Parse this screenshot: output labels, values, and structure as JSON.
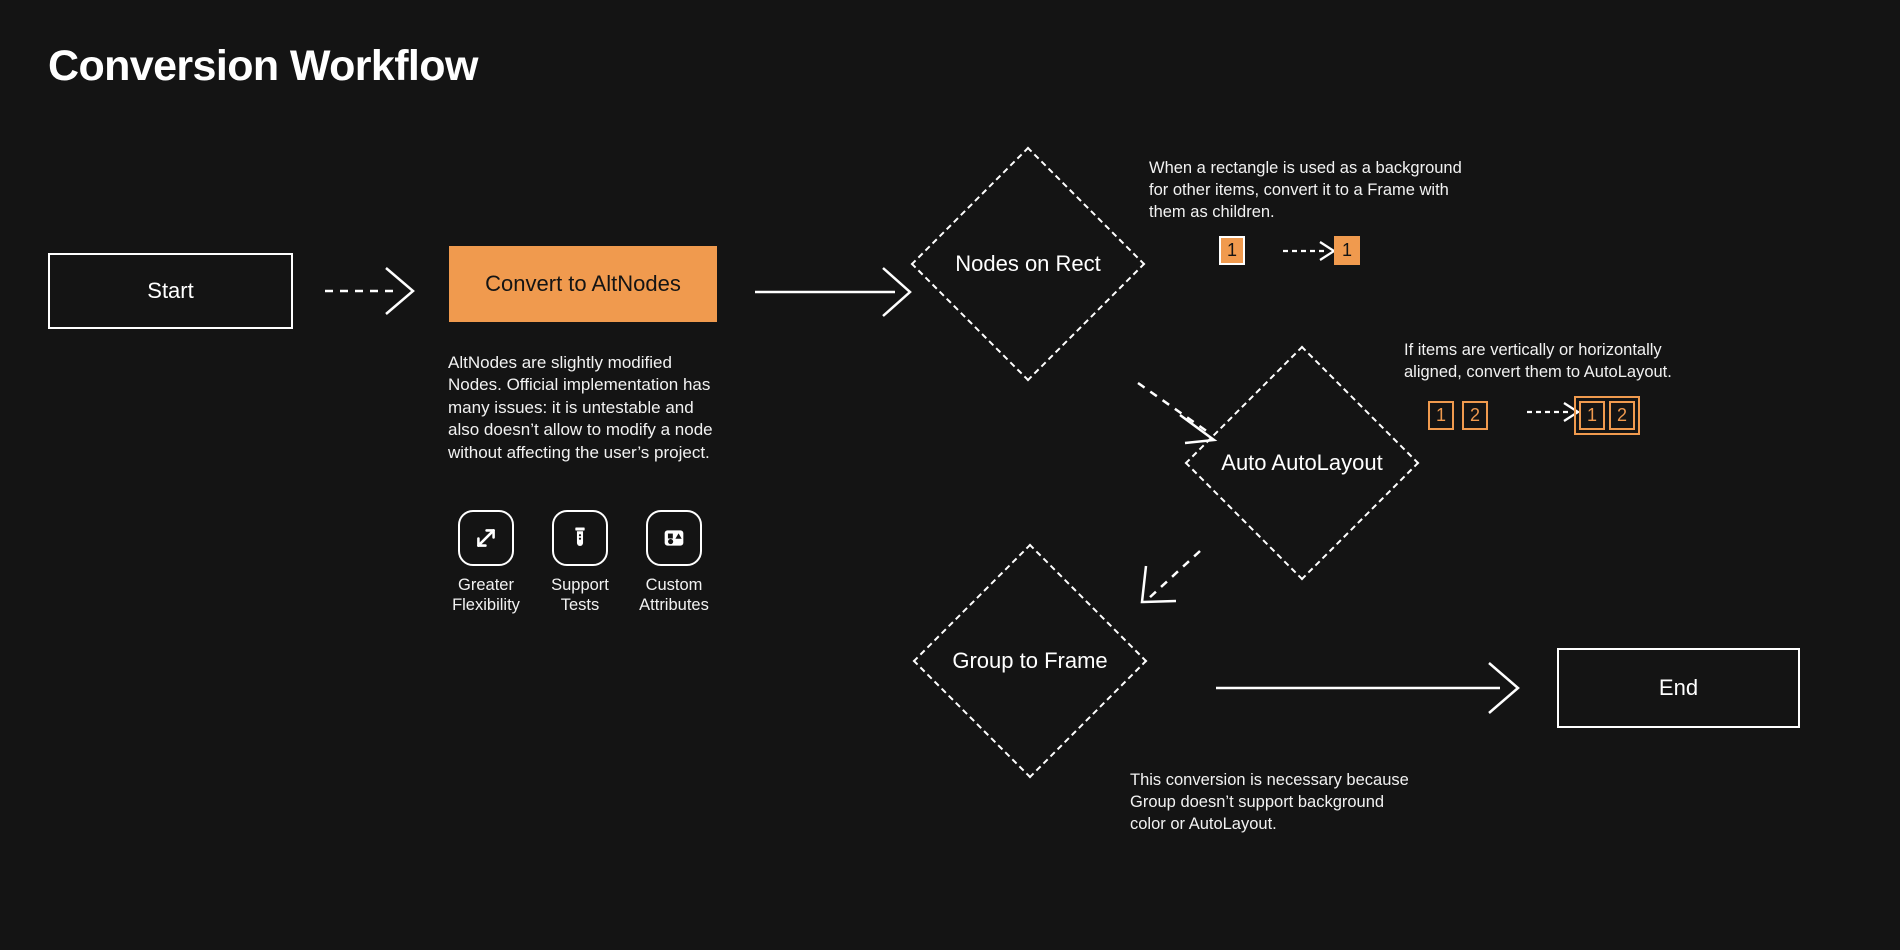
{
  "page": {
    "title": "Conversion Workflow",
    "background_color": "#141414",
    "accent_color": "#f09a4e",
    "line_color": "#ffffff"
  },
  "nodes": {
    "start": {
      "label": "Start",
      "type": "terminal"
    },
    "convert": {
      "label": "Convert to AltNodes",
      "type": "process",
      "fill_color": "#f09a4e",
      "description": "AltNodes are slightly modified Nodes. Official implementation has many issues: it is untestable and also doesn’t allow to modify a node without affecting the user’s project."
    },
    "nodes_on_rect": {
      "label": "Nodes on Rect",
      "type": "decision"
    },
    "auto_autolayout": {
      "label": "Auto AutoLayout",
      "type": "decision"
    },
    "group_to_frame": {
      "label": "Group to Frame",
      "type": "decision"
    },
    "end": {
      "label": "End",
      "type": "terminal"
    }
  },
  "features": [
    {
      "icon": "expand-arrows-icon",
      "label": "Greater\nFlexibility"
    },
    {
      "icon": "test-tube-icon",
      "label": "Support\nTests"
    },
    {
      "icon": "shapes-in-box-icon",
      "label": "Custom\nAttributes"
    }
  ],
  "notes": {
    "rect_to_frame": {
      "text": "When a rectangle is used as a background for other items, convert it to a Frame with them as children.",
      "before": [
        {
          "label": "1",
          "style": "filled-bordered"
        }
      ],
      "after": [
        {
          "label": "1",
          "style": "filled"
        }
      ]
    },
    "align_to_autolayout": {
      "text": "If items are vertically or horizontally aligned, convert them to AutoLayout.",
      "before": [
        {
          "label": "1",
          "style": "outline"
        },
        {
          "label": "2",
          "style": "outline"
        }
      ],
      "after": [
        {
          "label": "1",
          "style": "outline"
        },
        {
          "label": "2",
          "style": "outline"
        }
      ],
      "after_grouped": true
    },
    "group_to_frame": {
      "text": "This conversion is necessary because Group doesn’t support background color or AutoLayout."
    }
  },
  "edges": [
    {
      "from": "start",
      "to": "convert",
      "style": "dashed"
    },
    {
      "from": "convert",
      "to": "nodes_on_rect",
      "style": "solid"
    },
    {
      "from": "nodes_on_rect",
      "to": "auto_autolayout",
      "style": "dashed"
    },
    {
      "from": "auto_autolayout",
      "to": "group_to_frame",
      "style": "dashed"
    },
    {
      "from": "group_to_frame",
      "to": "end",
      "style": "solid"
    }
  ]
}
